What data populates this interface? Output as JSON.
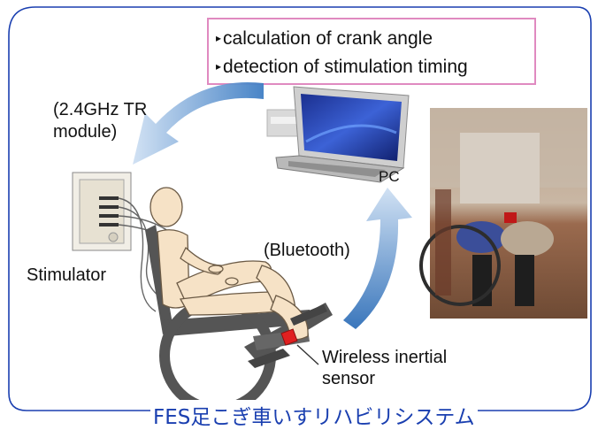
{
  "features": {
    "items": [
      "calculation of crank angle",
      "detection of stimulation timing"
    ]
  },
  "labels": {
    "tr_module": "(2.4GHz TR\nmodule)",
    "pc": "PC",
    "stimulator": "Stimulator",
    "bluetooth": "(Bluetooth)",
    "sensor": "Wireless inertial\nsensor"
  },
  "title": "FES足こぎ車いすリハビリシステム",
  "colors": {
    "frame": "#1a3fb0",
    "title": "#1a3fb0",
    "feature_border": "#e08ac0",
    "arrow": "#4d86c6",
    "body_fill": "#f6e2c6",
    "sensor": "#e02020"
  }
}
